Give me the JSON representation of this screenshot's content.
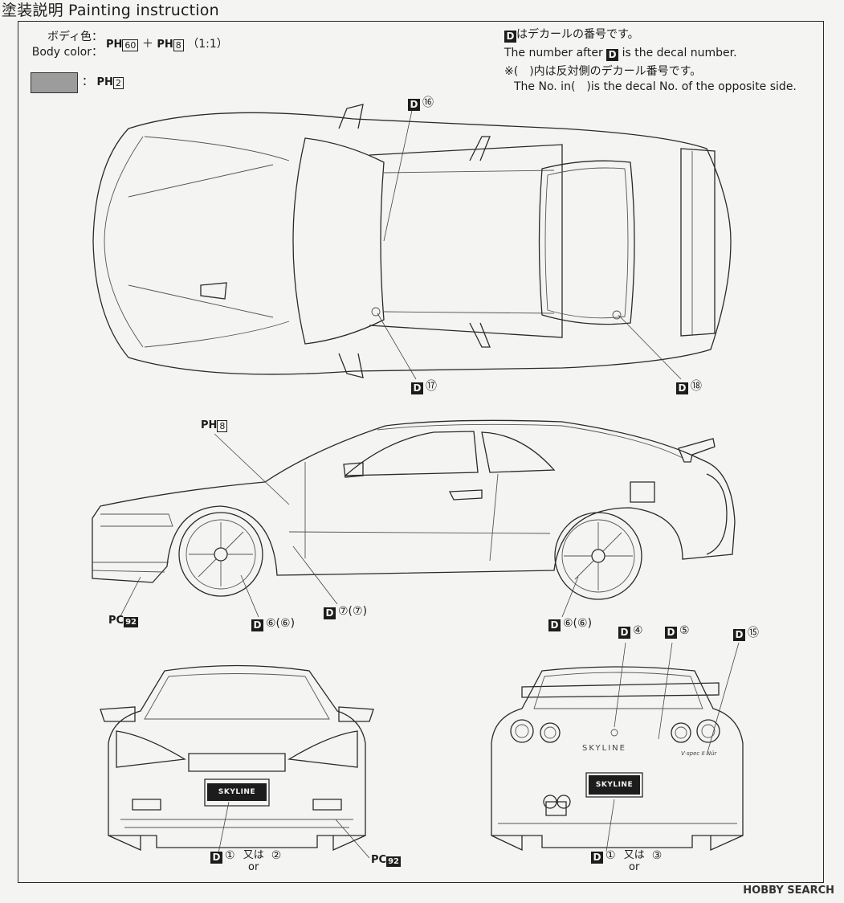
{
  "title": "塗装説明 Painting instruction",
  "body_color": {
    "label_jp": "ボディ色：",
    "label_en": "Body color：",
    "p1_prefix": "PH",
    "p1_num": "60",
    "plus": "＋",
    "p2_prefix": "PH",
    "p2_num": "8",
    "ratio": "（1:1）"
  },
  "swatch": {
    "color": "#9c9c9c",
    "sep": "：",
    "prefix": "PH",
    "num": "2"
  },
  "legend": {
    "line1_after": "はデカールの番号です。",
    "line2_before": "The number after",
    "line2_after": "is the decal number.",
    "line3": "※(　)内は反対側のデカール番号です。",
    "line4": "The No. in(　)is the decal No. of the opposite side."
  },
  "d_letter": "D",
  "callouts": {
    "top_16": "⑯",
    "top_17": "⑰",
    "top_18": "⑱",
    "side_ph8_prefix": "PH",
    "side_ph8_num": "8",
    "side_pc_prefix": "PC",
    "side_pc_num": "92",
    "side_77": "⑦(⑦)",
    "side_66_front": "⑥(⑥)",
    "side_66_rear": "⑥(⑥)",
    "rear_4": "④",
    "rear_5": "⑤",
    "rear_15": "⑮",
    "front_1": "①",
    "front_or_jp": "又は",
    "front_or_en": "or",
    "front_2": "②",
    "front_pc_prefix": "PC",
    "front_pc_num": "92",
    "rear_1": "①",
    "rear_or_jp": "又は",
    "rear_or_en": "or",
    "rear_3": "③"
  },
  "plates": {
    "front": "SKYLINE",
    "rear": "SKYLINE",
    "rear_badge": "SKYLINE",
    "rear_grade": "V·spec II Nür"
  },
  "watermark": "HOBBY SEARCH"
}
